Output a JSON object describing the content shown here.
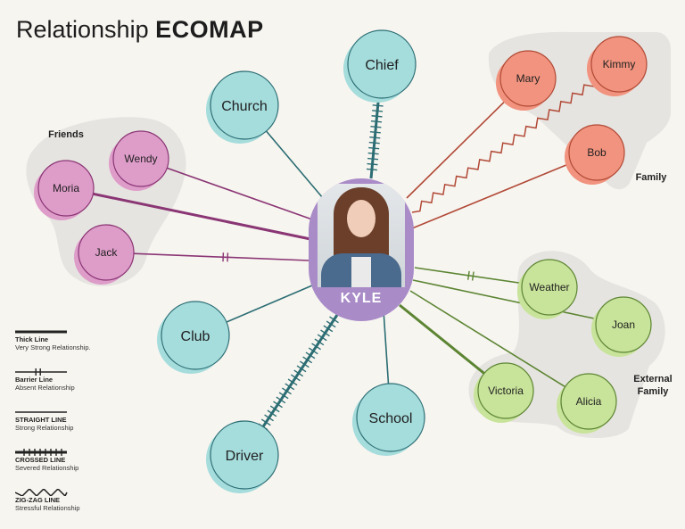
{
  "title": {
    "light": "Relationship",
    "bold": "ECOMAP"
  },
  "center": {
    "name": "KYLE"
  },
  "colors": {
    "friends": "#de9cc9",
    "friends_stroke": "#8a3574",
    "friends_line": "#8a3574",
    "community": "#a5dcdc",
    "community_stroke": "#2b6d73",
    "community_line": "#2b6d73",
    "family": "#f1937e",
    "family_stroke": "#b14936",
    "family_line": "#b14936",
    "external": "#c8e39a",
    "external_stroke": "#5c8533",
    "external_line": "#5c8533",
    "blob": "#e6e4e0",
    "center": "#a98bc8"
  },
  "groups": {
    "friends": "Friends",
    "family": "Family",
    "external": [
      "External",
      "Family"
    ]
  },
  "nodes": [
    {
      "id": "church",
      "label": "Church",
      "group": "community",
      "relationship": "straight"
    },
    {
      "id": "chief",
      "label": "Chief",
      "group": "community",
      "relationship": "crossed"
    },
    {
      "id": "club",
      "label": "Club",
      "group": "community",
      "relationship": "straight"
    },
    {
      "id": "driver",
      "label": "Driver",
      "group": "community",
      "relationship": "crossed"
    },
    {
      "id": "school",
      "label": "School",
      "group": "community",
      "relationship": "straight"
    },
    {
      "id": "wendy",
      "label": "Wendy",
      "group": "friends",
      "relationship": "straight"
    },
    {
      "id": "moria",
      "label": "Moria",
      "group": "friends",
      "relationship": "thick"
    },
    {
      "id": "jack",
      "label": "Jack",
      "group": "friends",
      "relationship": "barrier"
    },
    {
      "id": "mary",
      "label": "Mary",
      "group": "family",
      "relationship": "straight"
    },
    {
      "id": "kimmy",
      "label": "Kimmy",
      "group": "family",
      "relationship": "zigzag"
    },
    {
      "id": "bob",
      "label": "Bob",
      "group": "family",
      "relationship": "straight"
    },
    {
      "id": "weather",
      "label": "Weather",
      "group": "external",
      "relationship": "barrier"
    },
    {
      "id": "joan",
      "label": "Joan",
      "group": "external",
      "relationship": "straight"
    },
    {
      "id": "victoria",
      "label": "Victoria",
      "group": "external",
      "relationship": "thick"
    },
    {
      "id": "alicia",
      "label": "Alicia",
      "group": "external",
      "relationship": "straight"
    }
  ],
  "legend": [
    {
      "type": "thick",
      "title": "Thick Line",
      "desc": "Very Strong Relationship."
    },
    {
      "type": "barrier",
      "title": "Barrier Line",
      "desc": "Absent Relationship"
    },
    {
      "type": "straight",
      "title": "STRAIGHT LINE",
      "desc": "Strong Relationship"
    },
    {
      "type": "crossed",
      "title": "CROSSED LINE",
      "desc": "Severed Relationship"
    },
    {
      "type": "zigzag",
      "title": "ZIG-ZAG LINE",
      "desc": "Stressful Relationship"
    }
  ]
}
